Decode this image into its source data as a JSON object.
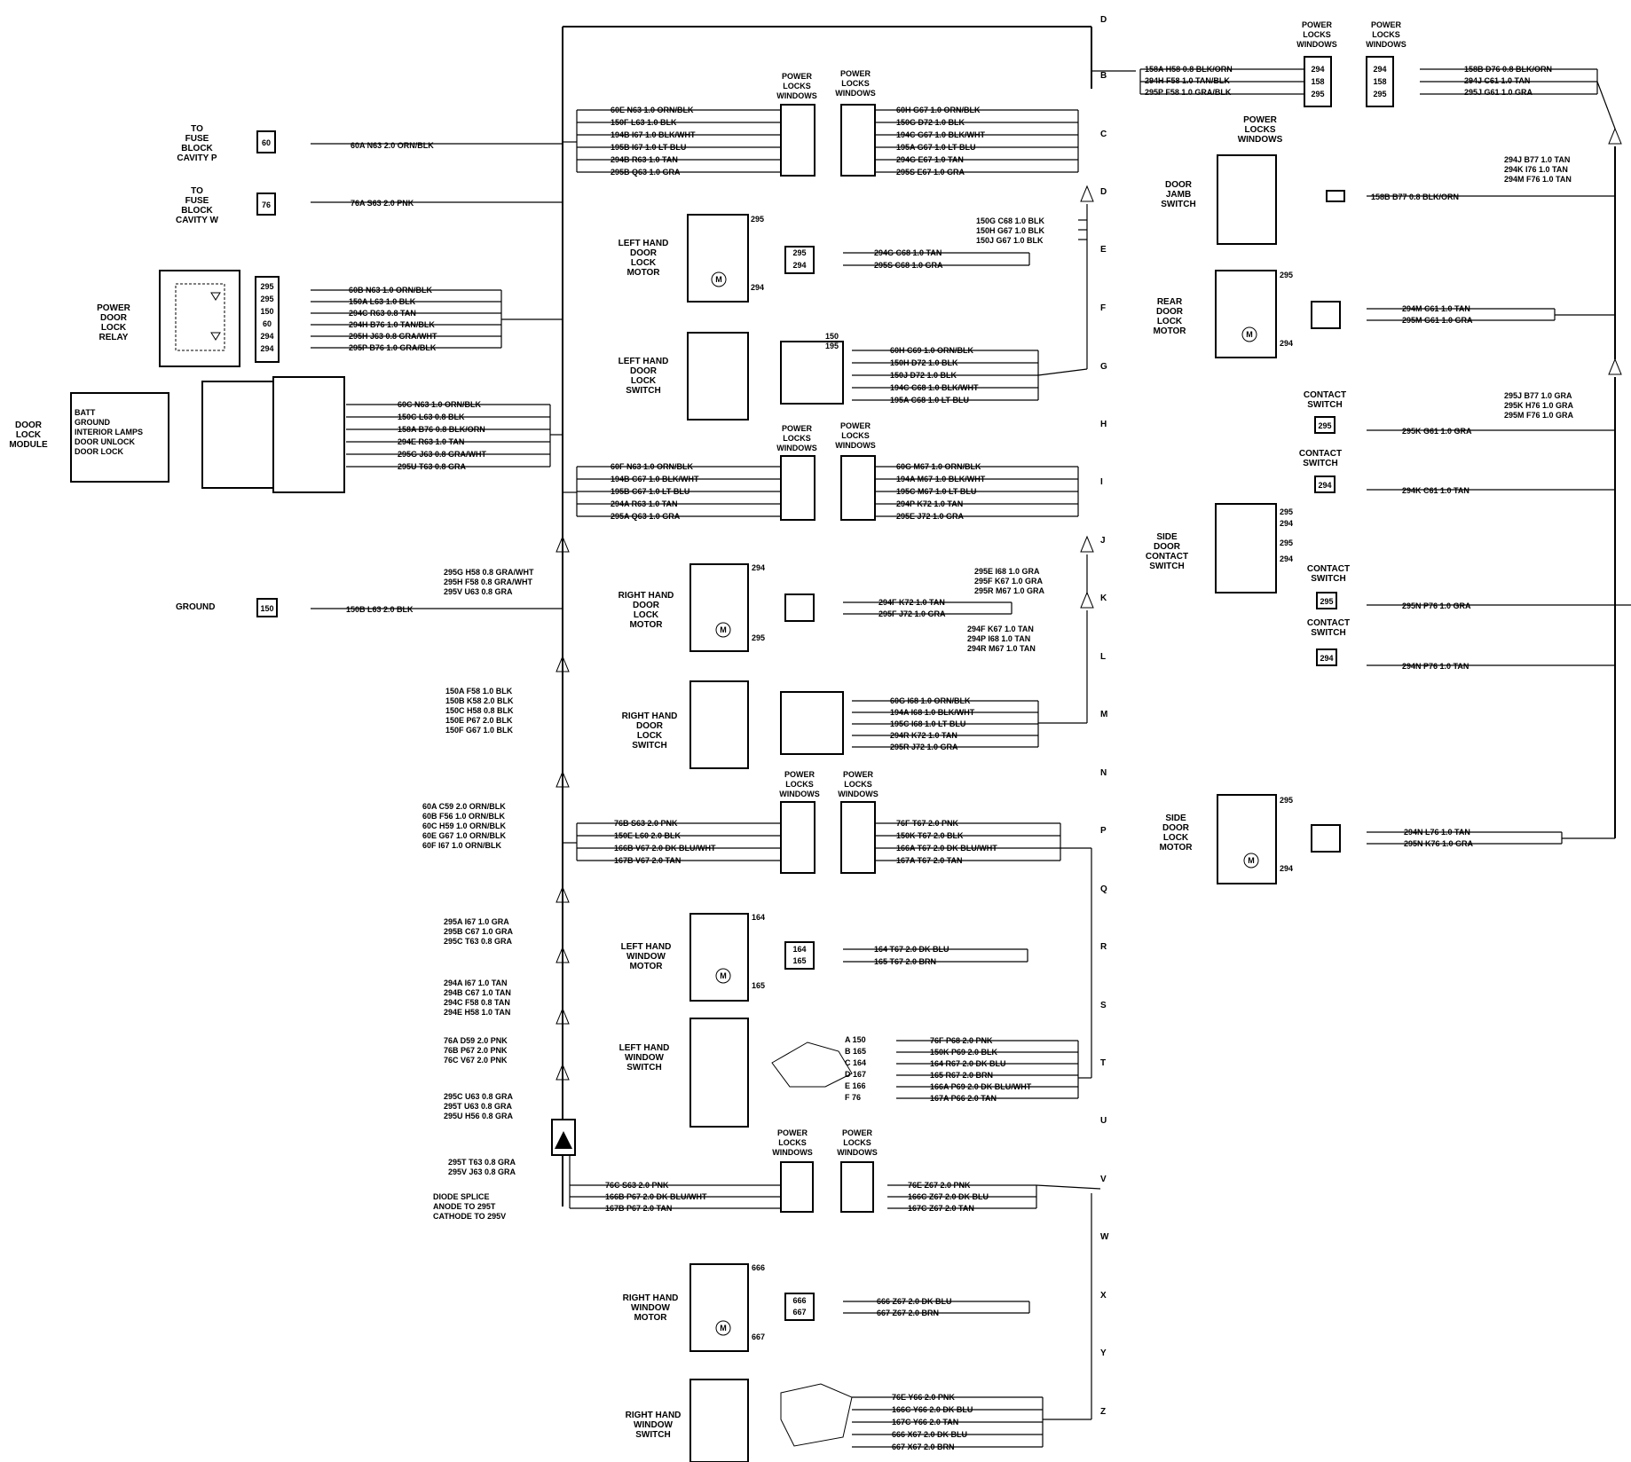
{
  "letters": [
    "B",
    "C",
    "D",
    "E",
    "F",
    "G",
    "H",
    "I",
    "J",
    "K",
    "L",
    "M",
    "N",
    "P",
    "Q",
    "R",
    "S",
    "T",
    "U",
    "V",
    "W",
    "X",
    "Y",
    "Z"
  ],
  "components": {
    "fuse_p": [
      "TO",
      "FUSE",
      "BLOCK",
      "CAVITY P"
    ],
    "fuse_w": [
      "TO",
      "FUSE",
      "BLOCK",
      "CAVITY W"
    ],
    "relay": [
      "POWER",
      "DOOR",
      "LOCK",
      "RELAY"
    ],
    "module": [
      "DOOR",
      "LOCK",
      "MODULE"
    ],
    "module_pins": [
      "BATT",
      "GROUND",
      "INTERIOR LAMPS",
      "DOOR UNLOCK",
      "DOOR LOCK"
    ],
    "ground": "GROUND",
    "lh_lock_motor": [
      "LEFT HAND",
      "DOOR",
      "LOCK",
      "MOTOR"
    ],
    "lh_lock_switch": [
      "LEFT HAND",
      "DOOR",
      "LOCK",
      "SWITCH"
    ],
    "rh_lock_motor": [
      "RIGHT HAND",
      "DOOR",
      "LOCK",
      "MOTOR"
    ],
    "rh_lock_switch": [
      "RIGHT HAND",
      "DOOR",
      "LOCK",
      "SWITCH"
    ],
    "lh_window_motor": [
      "LEFT HAND",
      "WINDOW",
      "MOTOR"
    ],
    "lh_window_switch": [
      "LEFT HAND",
      "WINDOW",
      "SWITCH"
    ],
    "rh_window_motor": [
      "RIGHT HAND",
      "WINDOW",
      "MOTOR"
    ],
    "rh_window_switch": [
      "RIGHT HAND",
      "WINDOW",
      "SWITCH"
    ],
    "door_jamb": [
      "DOOR",
      "JAMB",
      "SWITCH"
    ],
    "rear_lock_motor": [
      "REAR",
      "DOOR",
      "LOCK",
      "MOTOR"
    ],
    "side_contact": [
      "SIDE",
      "DOOR",
      "CONTACT",
      "SWITCH"
    ],
    "side_lock_motor": [
      "SIDE",
      "DOOR",
      "LOCK",
      "MOTOR"
    ],
    "contact_switch": [
      "CONTACT",
      "SWITCH"
    ],
    "plw": [
      "POWER",
      "LOCKS",
      "WINDOWS"
    ],
    "diode": [
      "DIODE SPLICE",
      "ANODE TO 295T",
      "CATHODE TO 295V"
    ]
  },
  "wires": {
    "fuse_p": "60A   N63   2.0 ORN/BLK",
    "fuse_w": "76A   S63   2.0 PNK",
    "ground": "150B   L63   2.0 BLK",
    "relay": [
      "60B   N63   1.0 ORN/BLK",
      "150A   L63   1.0 BLK",
      "294C   R63   0.8 TAN",
      "294H   B76   1.0 TAN/BLK",
      "295H   J63   0.8 GRA/WHT",
      "295P   B76   1.0 GRA/BLK"
    ],
    "module": [
      "60C   N63   1.0 ORN/BLK",
      "150C   L63   0.8 BLK",
      "158A   B76   0.8 BLK/ORN",
      "294E   R63   1.0 TAN",
      "295G   J63   0.8 GRA/WHT",
      "295U   T63   0.8 GRA"
    ],
    "plw1_left": [
      "60E   N63   1.0 ORN/BLK",
      "150F   L63   1.0 BLK",
      "194B   I67   1.0 BLK/WHT",
      "195B   I67   1.0 LT BLU",
      "294B   R63   1.0 TAN",
      "295B   Q63   1.0 GRA"
    ],
    "plw1_right": [
      "60H   G67   1.0 ORN/BLK",
      "150G   D72   1.0 BLK",
      "194C   G67   1.0 BLK/WHT",
      "195A   G67   1.0 LT BLU",
      "294G   E67   1.0 TAN",
      "295S   E67   1.0 GRA"
    ],
    "lh_lock_motor": [
      "294G   C68   1.0 TAN",
      "295S   C68   1.0 GRA"
    ],
    "c68_blk": [
      "150G   C68   1.0 BLK",
      "150H   G67   1.0 BLK",
      "150J   G67   1.0 BLK"
    ],
    "lh_lock_switch": [
      "60H   C69   1.0 ORN/BLK",
      "150H   D72   1.0 BLK",
      "150J   D72   1.0 BLK",
      "194C   C68   1.0 BLK/WHT",
      "195A   C68   1.0 LT BLU"
    ],
    "plw2_left": [
      "60F   N63   1.0 ORN/BLK",
      "194B   C67   1.0 BLK/WHT",
      "195B   C67   1.0 LT BLU",
      "294A   R63   1.0 TAN",
      "295A   Q63   1.0 GRA"
    ],
    "plw2_right": [
      "60G   M67   1.0 ORN/BLK",
      "194A   M67   1.0 BLK/WHT",
      "195C   M67   1.0 LT BLU",
      "294P   K72   1.0 TAN",
      "295E   J72   1.0 GRA"
    ],
    "h58_group": [
      "295G   H58   0.8 GRA/WHT",
      "295H   F58   0.8 GRA/WHT",
      "295V   U63   0.8 GRA"
    ],
    "k_group": [
      "295E   I68   1.0 GRA",
      "295F   K67   1.0 GRA",
      "295R   M67   1.0 GRA"
    ],
    "rh_lock_motor": [
      "294F   K72   1.0 TAN",
      "295F   J72   1.0 GRA"
    ],
    "k_tan": [
      "294F   K67   1.0 TAN",
      "294P   I68   1.0 TAN",
      "294R   M67   1.0 TAN"
    ],
    "rh_lock_switch": [
      "60G   I68   1.0 ORN/BLK",
      "194A   I68   1.0 BLK/WHT",
      "195C   I68   1.0 LT BLU",
      "294R   K72   1.0 TAN",
      "295R   J72   1.0 GRA"
    ],
    "blk_group": [
      "150A   F58   1.0 BLK",
      "150B   K58   2.0 BLK",
      "150C   H58   0.8 BLK",
      "150E   P67   2.0 BLK",
      "150F   G67   1.0 BLK"
    ],
    "orn_group": [
      "60A   C59   2.0 ORN/BLK",
      "60B   F56   1.0 ORN/BLK",
      "60C   H59   1.0 ORN/BLK",
      "60E   G67   1.0 ORN/BLK",
      "60F   I67   1.0 ORN/BLK"
    ],
    "plw3_left": [
      "76B   S63   2.0 PNK",
      "150E   L60   2.0 BLK",
      "166B   V67   2.0 DK BLU/WHT",
      "167B   V67   2.0 TAN"
    ],
    "plw3_right": [
      "76F   T67   2.0 PNK",
      "150K   T67   2.0 BLK",
      "166A   T67   2.0 DK BLU/WHT",
      "167A   T67   2.0 TAN"
    ],
    "gra_group": [
      "295A   I67   1.0 GRA",
      "295B   C67   1.0 GRA",
      "295C   T63   0.8 GRA"
    ],
    "tan_group": [
      "294A   I67   1.0 TAN",
      "294B   C67   1.0 TAN",
      "294C   F58   0.8 TAN",
      "294E   H58   1.0 TAN"
    ],
    "pnk_group": [
      "76A   D59   2.0 PNK",
      "76B   P67   2.0 PNK",
      "76C   V67   2.0 PNK"
    ],
    "u63_group": [
      "295C   U63   0.8 GRA",
      "295T   U63   0.8 GRA",
      "295U   H56   0.8 GRA"
    ],
    "diode_group": [
      "295T   T63   0.8 GRA",
      "295V   J63   0.8 GRA"
    ],
    "lh_window_motor": [
      "164   T67   2.0 DK BLU",
      "165   T67   2.0 BRN"
    ],
    "lh_window_switch": [
      "76F   P68   2.0 PNK",
      "150K   P69   2.0 BLK",
      "164   R67   2.0 DK BLU",
      "165   R67   2.0 BRN",
      "166A   P69   2.0 DK BLU/WHT",
      "167A   P66   2.0 TAN"
    ],
    "lh_switch_pins": [
      "A 150",
      "B 165",
      "C 164",
      "D 167",
      "E 166",
      "F 76"
    ],
    "plw4_left": [
      "76C   S63   2.0 PNK",
      "166B   P67   2.0 DK BLU/WHT",
      "167B   P67   2.0 TAN"
    ],
    "plw4_right": [
      "76E   Z67   2.0 PNK",
      "166C   Z67   2.0 DK BLU",
      "167C   Z67   2.0 TAN"
    ],
    "rh_window_motor": [
      "666   Z67   2.0 DK BLU",
      "667   Z67   2.0 BRN"
    ],
    "rh_window_switch": [
      "76E   Y66   2.0 PNK",
      "166C   Y66   2.0 DK BLU",
      "167C   Y66   2.0 TAN",
      "666   X67   2.0 DK BLU",
      "667   X67   2.0 BRN"
    ],
    "top_right_left": [
      "158A   H58   0.8 BLK/ORN",
      "294H   F58   1.0 TAN/BLK",
      "295P   F58   1.0 GRA/BLK"
    ],
    "top_right_right": [
      "158B   D76   0.8 BLK/ORN",
      "294J   C61   1.0 TAN",
      "295J   G61   1.0 GRA"
    ],
    "b77_group": [
      "294J   B77   1.0 TAN",
      "294K   I76   1.0 TAN",
      "294M   F76   1.0 TAN"
    ],
    "door_jamb": "158B   B77   0.8 BLK/ORN",
    "rear_lock_motor": [
      "294M   C61   1.0 TAN",
      "295M   G61   1.0 GRA"
    ],
    "gra_right_group": [
      "295J   B77   1.0 GRA",
      "295K   H76   1.0 GRA",
      "295M   F76   1.0 GRA"
    ],
    "contact1": "295K   G61   1.0 GRA",
    "contact2": "294K   C61   1.0 TAN",
    "contact3": "295N   P76   1.0 GRA",
    "contact4": "294N   P76   1.0 TAN",
    "side_lock_motor": [
      "294N   L76   1.0 TAN",
      "295N   K76   1.0 GRA"
    ]
  }
}
